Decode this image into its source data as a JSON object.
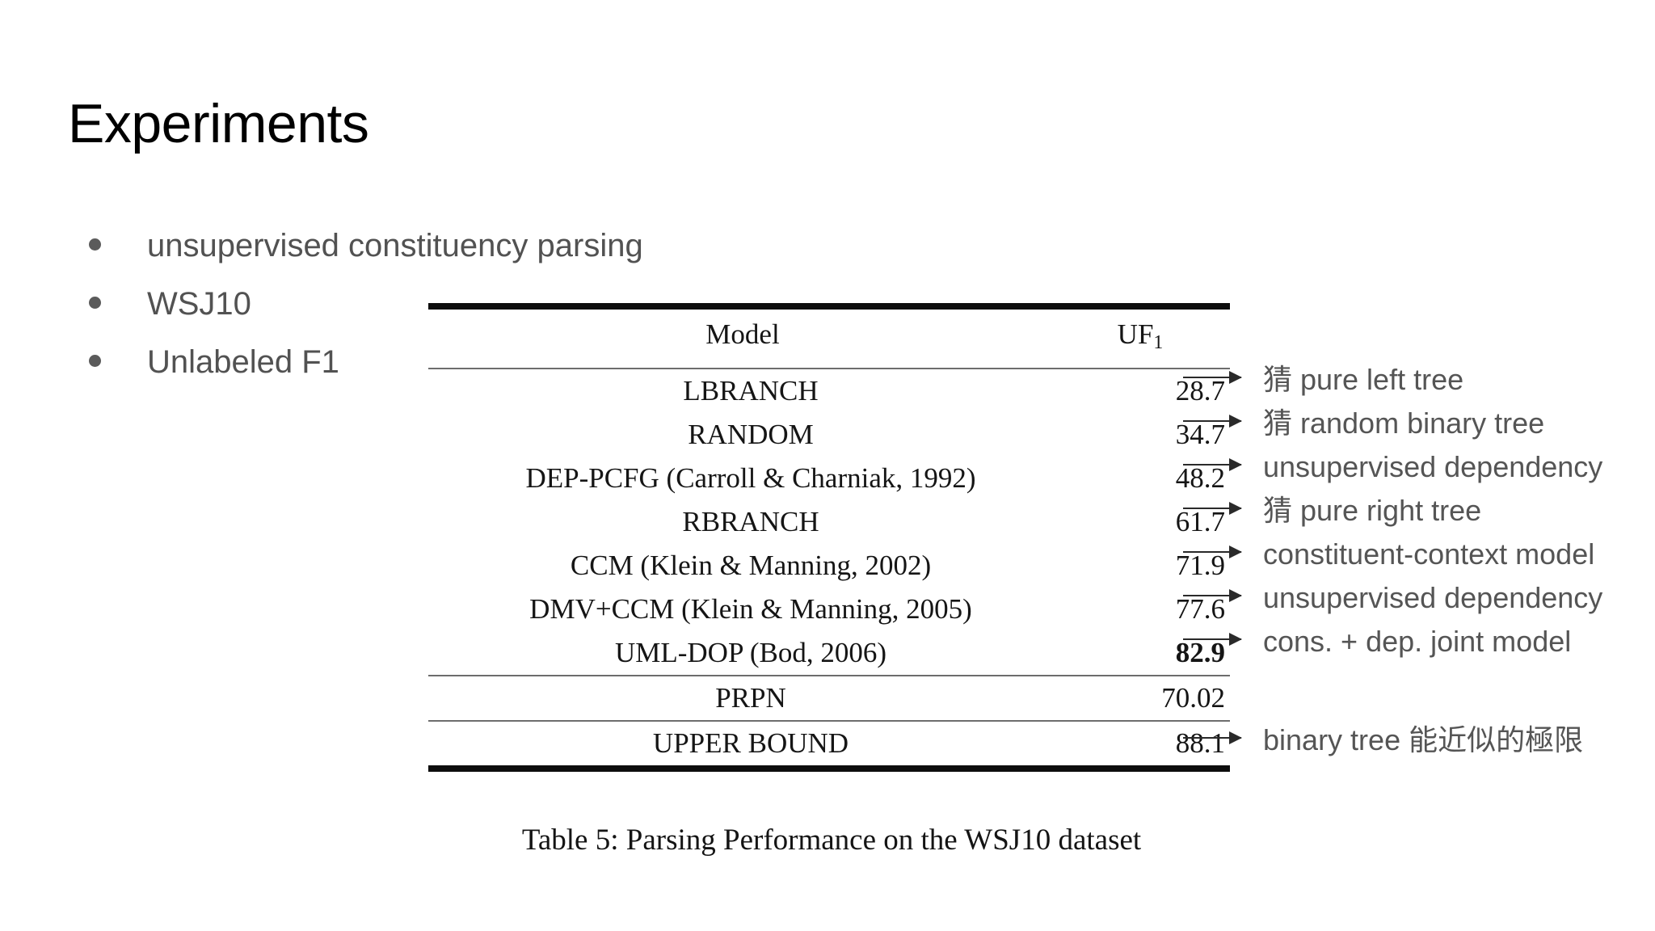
{
  "slide": {
    "title": "Experiments"
  },
  "bullets": [
    {
      "label": "unsupervised constituency parsing"
    },
    {
      "label": "WSJ10"
    },
    {
      "label": "Unlabeled F1"
    }
  ],
  "figure": {
    "caption": "Table 5: Parsing Performance on the WSJ10 dataset",
    "columns": [
      {
        "label": "Model"
      },
      {
        "label": "UF",
        "subscript": "1"
      }
    ],
    "rows": [
      {
        "model": "LBRANCH",
        "score": "28.7",
        "bold": false,
        "arrow": true,
        "note": "猜 pure left tree"
      },
      {
        "model": "RANDOM",
        "score": "34.7",
        "bold": false,
        "arrow": true,
        "note": "猜 random binary tree"
      },
      {
        "model": "DEP-PCFG (Carroll & Charniak, 1992)",
        "score": "48.2",
        "bold": false,
        "arrow": true,
        "note": "unsupervised dependency"
      },
      {
        "model": "RBRANCH",
        "score": "61.7",
        "bold": false,
        "arrow": true,
        "note": "猜 pure right tree"
      },
      {
        "model": "CCM (Klein & Manning, 2002)",
        "score": "71.9",
        "bold": false,
        "arrow": true,
        "note": "constituent-context model"
      },
      {
        "model": "DMV+CCM (Klein & Manning, 2005)",
        "score": "77.6",
        "bold": false,
        "arrow": true,
        "note": "unsupervised dependency"
      },
      {
        "model": "UML-DOP (Bod, 2006)",
        "score": "82.9",
        "bold": true,
        "arrow": true,
        "note": "cons. + dep. joint model"
      },
      {
        "model": "PRPN",
        "score": "70.02",
        "bold": false,
        "arrow": false,
        "note": ""
      },
      {
        "model": "UPPER BOUND",
        "score": "88.1",
        "bold": false,
        "arrow": true,
        "note": "binary tree 能近似的極限"
      }
    ]
  },
  "colors": {
    "title": "#000000",
    "bullet_text": "#525252",
    "annotation_text": "#555555",
    "rule_heavy": "#0d0d0d",
    "rule_thin": "#6d6d6d",
    "background": "#ffffff"
  }
}
